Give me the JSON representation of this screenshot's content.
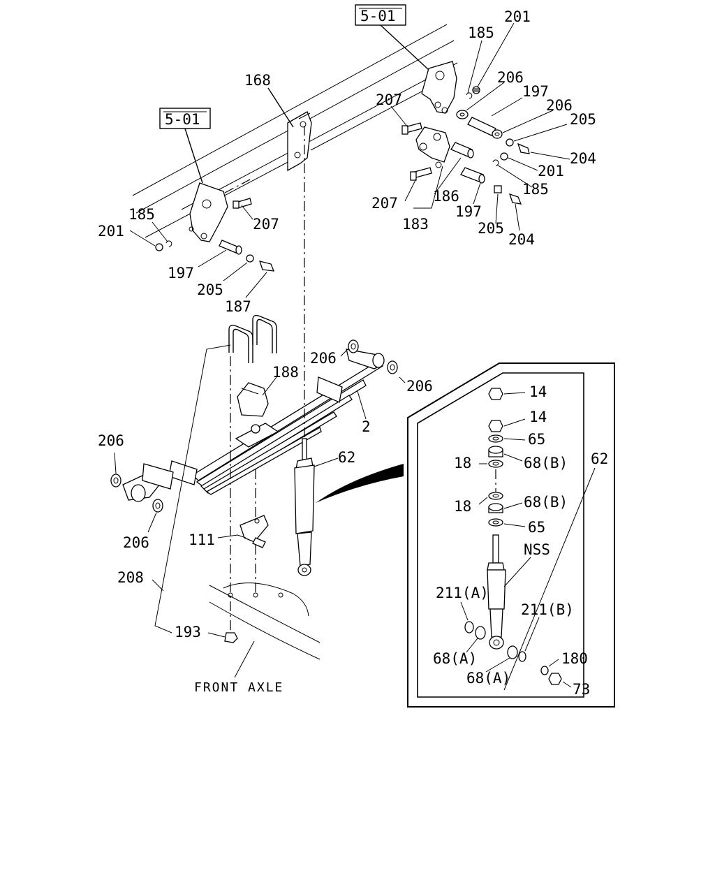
{
  "ref_boxes": {
    "top_right": "5-01",
    "left": "5-01"
  },
  "labels": {
    "l201_a": "201",
    "l185_a": "185",
    "l206_a": "206",
    "l197_a": "197",
    "l207_a": "207",
    "l206_b": "206",
    "l205_a": "205",
    "l204_a": "204",
    "l201_b": "201",
    "l185_b": "185",
    "l207_b": "207",
    "l186": "186",
    "l197_b": "197",
    "l183": "183",
    "l205_b": "205",
    "l204_b": "204",
    "l168": "168",
    "l185_c": "185",
    "l201_c": "201",
    "l207_c": "207",
    "l197_c": "197",
    "l205_c": "205",
    "l187": "187",
    "l206_c": "206",
    "l206_d": "206",
    "l188": "188",
    "l2": "2",
    "l62_main": "62",
    "l206_e": "206",
    "l206_f": "206",
    "l111": "111",
    "l208": "208",
    "l193": "193",
    "front_axle": "FRONT AXLE"
  },
  "detail_inset": {
    "part_ref": "62",
    "labels": {
      "l14_a": "14",
      "l14_b": "14",
      "l65_a": "65",
      "l18_a": "18",
      "l68b_a": "68(B)",
      "l18_b": "18",
      "l68b_b": "68(B)",
      "l65_b": "65",
      "nss": "NSS",
      "l211a": "211(A)",
      "l211b": "211(B)",
      "l68a_a": "68(A)",
      "l180": "180",
      "l68a_b": "68(A)",
      "l73": "73"
    }
  }
}
